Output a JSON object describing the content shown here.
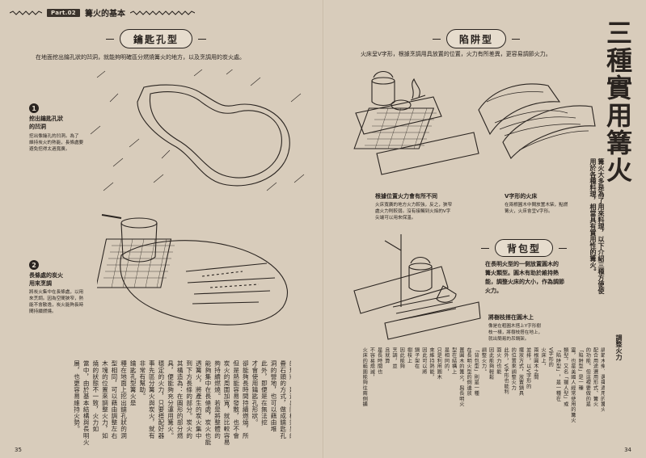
{
  "header": {
    "part": "Part.02",
    "title": "篝火的基本"
  },
  "left": {
    "section_title": "鑰匙孔型",
    "intro": "在地面挖出鑰孔狀的凹洞，就能夠明確區分燃燒篝火的地方，以及烹調用的炭火處。",
    "step1": {
      "num": "1",
      "title": "挖出鑰匙孔狀\n的凹洞",
      "desc": "挖出像鑰孔的凹洞。為了\n維持炭火的熱能，長條處要\n避免挖得太過寬廣。"
    },
    "step2": {
      "num": "2",
      "title": "長條處的炭火\n用來烹調",
      "desc": "將炭火集中在長條處，以用\n來烹調。因為空間狹窄，熱\n能不會散逸，炭火能夠長時\n間持續燃燒。"
    },
    "columns": [
      "篝火。",
      "的形狀，建造出同樣效果的",
      "疊石頭的方式，做成鑰匙孔",
      "洞的營地，也可以藉由堆",
      "此外，即便是在無法挖",
      "才會使用鑰匙孔形狀。",
      "卻能夠長時間持續燃燒，所",
      "但是熱能容易發散，也不會",
      "炭火的周圍加寬，就比較容易",
      "夠持續燃燒。若是將整體的",
      "能夠集中在長條處，炭火也能",
      "透篝火，將產生的炭火集中",
      "到下方長條的部分。炭火的",
      "其構造為：在圓形的部分燃",
      "具，便能夠充分運用篝火。",
      "穩定的火力，只要搭配好器",
      "事先區分篝火與炭火，就有",
      "非常有幫助。",
      "鑰匙孔型篝火是",
      "種在地面上挖出鑰孔狀的洞",
      "型相同，可以藉由調整左右",
      "木塊的位置來調整火力，如",
      "燒的狀態不一致，火力如",
      "當中，由於基本結構與長明火",
      "展，也更容易維持火勢。"
    ],
    "page_number": "35"
  },
  "right": {
    "section_a": "陷阱型",
    "section_a_intro": "火床呈V字形，根據烹調用具放置的位置，火力有所差異，更容易調節火力。",
    "caption_a1_title": "根據位置火力會有所不同",
    "caption_a1_desc": "火床寬廣的地方火力較強，反之，狹窄\n處火力則較弱。沒有接觸到火焰的V字\n尖端可以用來保溫。",
    "caption_a2_title": "V字形的火床",
    "caption_a2_desc": "在兩根圓木中間放置木柴，點燃\n篝火，火床會呈V字形。",
    "section_b": "背包型",
    "section_b_intro": "在長明火型的一側放置圓木的\n篝火類型。圓木有助於維持熱\n能，調整火床的大小，作為調節\n火力。",
    "caption_b_title": "將樹枝搭在圓木上",
    "caption_b_desc": "像是在粗圓木搭上Y字形樹\n枝一樣，將樹枝搭在地上，\n就出簡易的吊鍋架。",
    "big_title": "三種實用篝火",
    "subtitle": "篝火大多是為了用來料理，以下介紹三種方便使用於各種料理，相當具有實用性的篝火。",
    "sidebar_title": "調整火力",
    "columns": [
      "篝火的主要目的之一是",
      "料理，人類建造篝火，也是",
      "為了將食材加熱食用，必",
      "須要調整為適合料理的火",
      "力才行。篝火的火勢一般",
      "認為一開始篝火有",
      "勢，很難以調節火力，就如",
      "節火力的大小，但藉由篝火",
      "的構造，能夠幫助調整火力",
      "調整火力。建造過程若",
      "事，因此除了點火，燃燒",
      "時，也要能夠調整火力，適",
      "整火力的方法，藉由",
      "調節木柴、選擇適用的篝火",
      "配合用途選用形式、篝火",
      "的功能。但這裡要做的是",
      "「陷阱型」是一種",
      "靈，也是美國人經常使用的篝火",
      "類型，又名「獵人型」或",
      "「陷阱型」，是一種在",
      "V字形的",
      "火床上，",
      "兩根圓木之間",
      "並排，以V字形的",
      "擺放方式，放置鍋具",
      "的位置來調整火力",
      "此外，V字形也能利",
      "面火力也能",
      "因此能夠輕鬆",
      "調整火力。",
      "「背包型」則是一種",
      "在長明火型的側邊放",
      "置圓木的篝火，與長明火",
      "型在結構上",
      "是相同的，",
      "只是利用圓木",
      "來維持熱能，",
      "因此可以將",
      "鍋子架在",
      "樹枝上",
      "因此能夠",
      "烹調，並",
      "且就算",
      "是長時間也",
      "不容易熄滅，",
      "火床的範圍能夠往兩側擴"
    ],
    "page_number": "34"
  }
}
